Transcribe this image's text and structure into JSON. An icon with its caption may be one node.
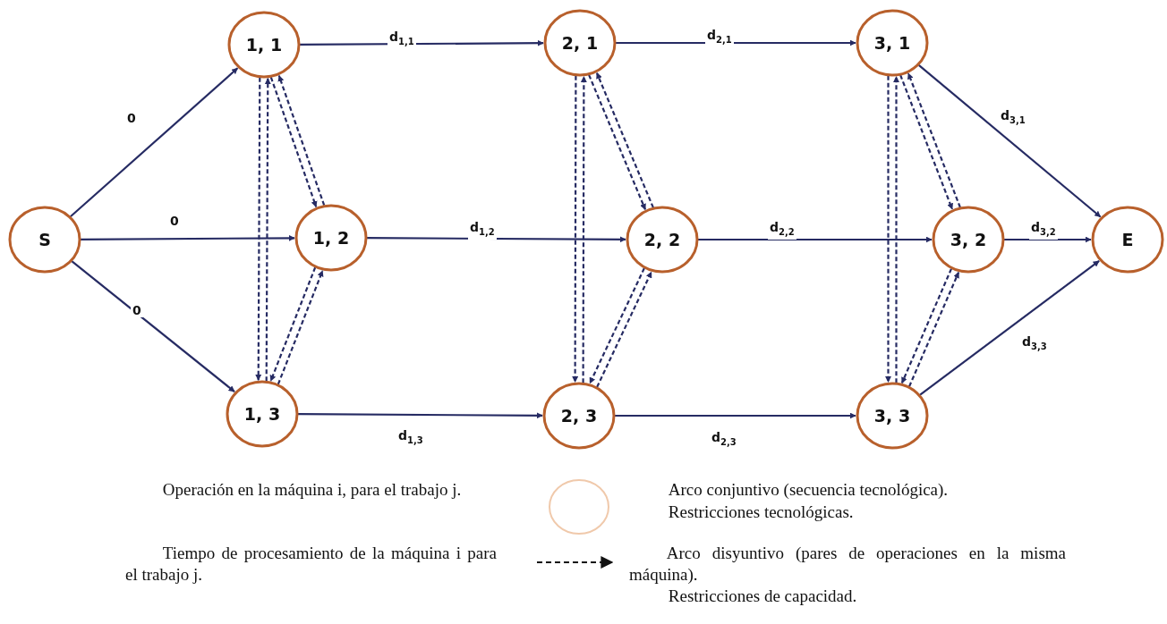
{
  "diagram": {
    "nodes": [
      {
        "text": [
          "S"
        ]
      },
      {
        "text": [
          "1, 1"
        ]
      },
      {
        "text": [
          "1, 2"
        ]
      },
      {
        "text": [
          "1, 3"
        ]
      },
      {
        "text": [
          "2, 1"
        ]
      },
      {
        "text": [
          "2, 2"
        ]
      },
      {
        "text": [
          "2, 3"
        ]
      },
      {
        "text": [
          "3, 1"
        ]
      },
      {
        "text": [
          "3, 2"
        ]
      },
      {
        "text": [
          "3, 3"
        ]
      },
      {
        "text": [
          "E"
        ]
      }
    ],
    "edges": [
      {
        "from": 0,
        "to": 1,
        "arrow": "to",
        "label": "0"
      },
      {
        "from": 0,
        "to": 2,
        "arrow": "to",
        "label": "0"
      },
      {
        "from": 0,
        "to": 3,
        "arrow": "to",
        "label": "0"
      },
      {
        "from": 1,
        "to": 4,
        "arrow": "to",
        "label": "d$_{1,1}$"
      },
      {
        "from": 4,
        "to": 7,
        "arrow": "to",
        "label": "d$_{2,1}$"
      },
      {
        "from": 7,
        "to": 10,
        "arrow": "to",
        "label": "d$_{3,1}$"
      },
      {
        "from": 2,
        "to": 5,
        "arrow": "to",
        "label": "d$_{1,2}$"
      },
      {
        "from": 5,
        "to": 8,
        "arrow": "to",
        "label": "d$_{2,2}$"
      },
      {
        "from": 8,
        "to": 10,
        "arrow": "to",
        "label": "d$_{3,2}$"
      },
      {
        "from": 3,
        "to": 6,
        "arrow": "to",
        "label": "d$_{1,3}$"
      },
      {
        "from": 6,
        "to": 9,
        "arrow": "to",
        "label": "d$_{2,3}$"
      },
      {
        "from": 9,
        "to": 10,
        "arrow": "to",
        "label": "d$_{3,3}$"
      },
      {
        "from": 1,
        "to": 3,
        "arrow": "to",
        "style": "dashed"
      },
      {
        "from": 3,
        "to": 1,
        "arrow": "to",
        "style": "dashed"
      },
      {
        "from": 1,
        "to": 2,
        "arrow": "to",
        "style": "dashed"
      },
      {
        "from": 2,
        "to": 1,
        "arrow": "to",
        "style": "dashed"
      },
      {
        "from": 2,
        "to": 3,
        "arrow": "to",
        "style": "dashed"
      },
      {
        "from": 3,
        "to": 2,
        "arrow": "to",
        "style": "dashed"
      },
      {
        "from": 4,
        "to": 6,
        "arrow": "to",
        "style": "dashed"
      },
      {
        "from": 6,
        "to": 4,
        "arrow": "to",
        "style": "dashed"
      },
      {
        "from": 4,
        "to": 5,
        "arrow": "to",
        "style": "dashed"
      },
      {
        "from": 5,
        "to": 4,
        "arrow": "to",
        "style": "dashed"
      },
      {
        "from": 5,
        "to": 6,
        "arrow": "to",
        "style": "dashed"
      },
      {
        "from": 6,
        "to": 5,
        "arrow": "to",
        "style": "dashed"
      },
      {
        "from": 7,
        "to": 9,
        "arrow": "to",
        "style": "dashed"
      },
      {
        "from": 9,
        "to": 7,
        "arrow": "to",
        "style": "dashed"
      },
      {
        "from": 7,
        "to": 8,
        "arrow": "to",
        "style": "dashed"
      },
      {
        "from": 8,
        "to": 7,
        "arrow": "to",
        "style": "dashed"
      },
      {
        "from": 8,
        "to": 9,
        "arrow": "to",
        "style": "dashed"
      },
      {
        "from": 9,
        "to": 8,
        "arrow": "to",
        "style": "dashed"
      }
    ],
    "labels": [
      "Operación en la máquina i, para el trabajo j.",
      "Arco conjuntivo (secuencia tecnológica).",
      "Restricciones tecnológicas.",
      "Tiempo de procesamiento de la máquina i para el trabajo j.",
      "Arco disyuntivo (pares de operaciones en la misma máquina).",
      "Restricciones de capacidad."
    ]
  }
}
